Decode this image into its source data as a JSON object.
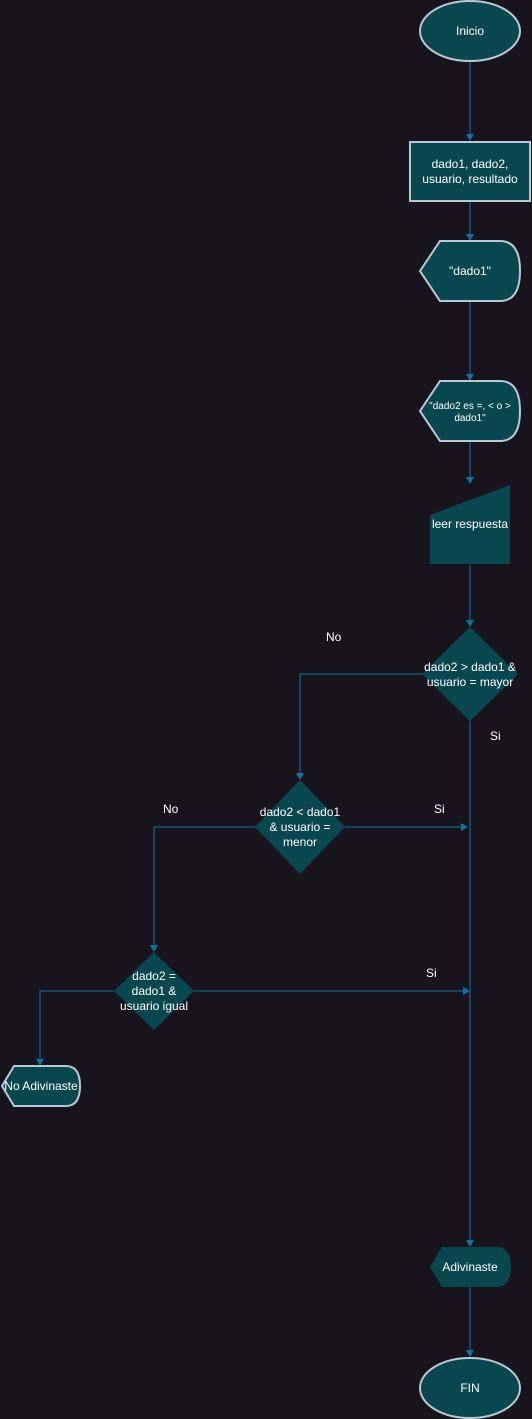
{
  "diagram": {
    "nodes": {
      "inicio": "Inicio",
      "variables": [
        "dado1, dado2,",
        "usuario, resultado"
      ],
      "display_dado1": "\"dado1\"",
      "display_question": [
        "\"dado2 es =, < o >",
        "dado1\""
      ],
      "input": "leer respuesta",
      "decision_mayor": [
        "dado2 > dado1 &",
        "usuario = mayor"
      ],
      "decision_menor": [
        "dado2 < dado1",
        "& usuario =",
        "menor"
      ],
      "decision_igual": [
        "dado2 =",
        "dado1 &",
        "usuario igual"
      ],
      "no_adivinaste": "No Adivinaste",
      "adivinaste": "Adivinaste",
      "fin": "FIN"
    },
    "edge_labels": {
      "no_1": "No",
      "si_1": "Si",
      "no_2": "No",
      "si_2": "Si",
      "si_3": "Si"
    }
  }
}
